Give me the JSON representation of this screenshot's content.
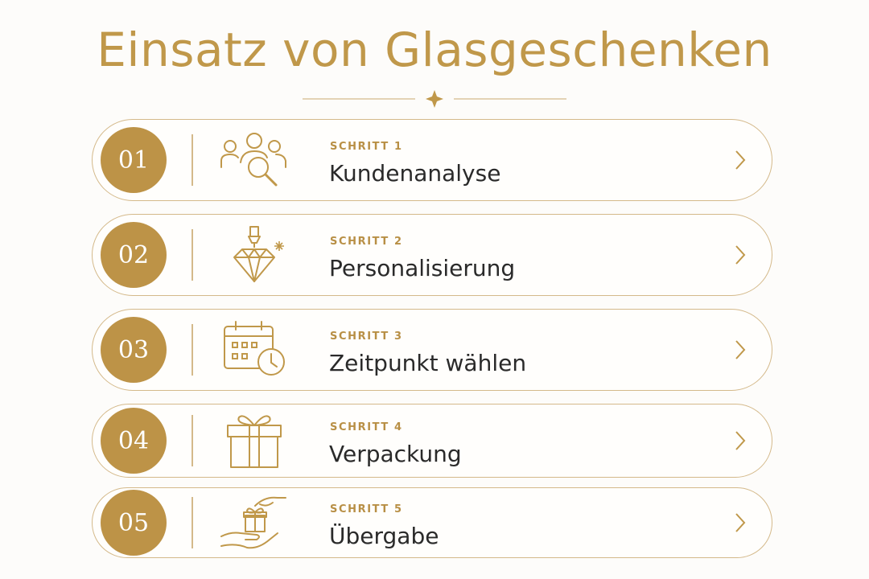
{
  "title": "Einsatz von Glasgeschenken",
  "colors": {
    "gold": "#bd9347",
    "text": "#2a2a2a",
    "border": "#d4b98a"
  },
  "steps": [
    {
      "number": "01",
      "label": "SCHRITT 1",
      "name": "Kundenanalyse",
      "icon": "customer-search-icon"
    },
    {
      "number": "02",
      "label": "SCHRITT 2",
      "name": "Personalisierung",
      "icon": "engraved-diamond-icon"
    },
    {
      "number": "03",
      "label": "SCHRITT 3",
      "name": "Zeitpunkt wählen",
      "icon": "calendar-clock-icon"
    },
    {
      "number": "04",
      "label": "SCHRITT 4",
      "name": "Verpackung",
      "icon": "gift-box-icon"
    },
    {
      "number": "05",
      "label": "SCHRITT 5",
      "name": "Übergabe",
      "icon": "hand-over-gift-icon"
    }
  ]
}
